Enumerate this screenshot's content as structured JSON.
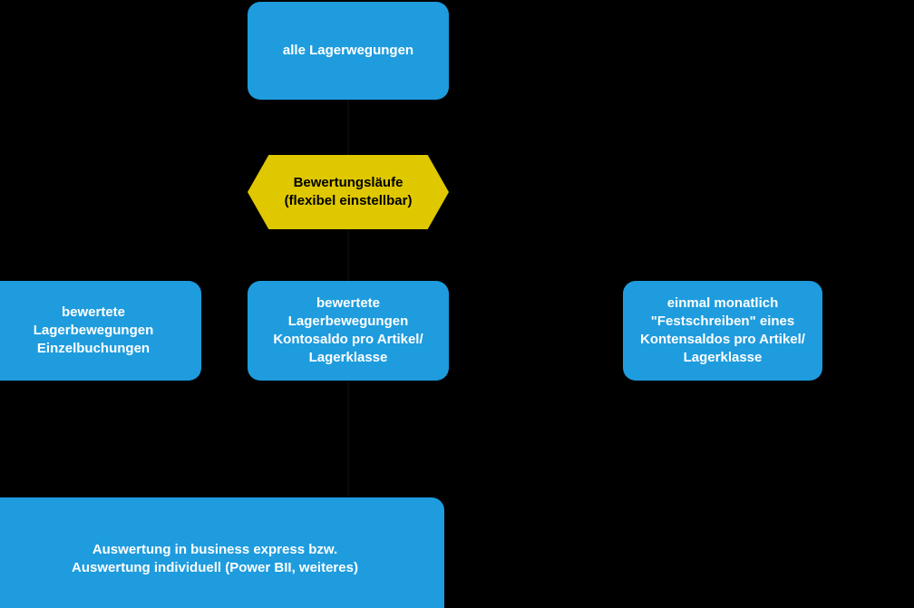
{
  "diagram": {
    "title": "Lagerbewegungen Bewertungsprozess",
    "background_color": "#000000",
    "palette": {
      "process_fill": "#1E9CDE",
      "process_text": "#FFFFFF",
      "decision_fill": "#DFC800",
      "decision_text": "#000000"
    },
    "nodes": [
      {
        "id": "alle-lagerbewegungen",
        "shape": "rounded-rectangle",
        "label": "alle Lagerwegungen",
        "fill": "#1E9CDE",
        "text_color": "#FFFFFF"
      },
      {
        "id": "bewertungslaeufe",
        "shape": "hexagon",
        "label": "Bewertungsläufe\n(flexibel einstellbar)",
        "fill": "#DFC800",
        "text_color": "#000000"
      },
      {
        "id": "einzelbuchungen",
        "shape": "rounded-rectangle",
        "label": "bewertete\nLagerbewegungen\nEinzelbuchungen",
        "fill": "#1E9CDE",
        "text_color": "#FFFFFF"
      },
      {
        "id": "kontosaldo",
        "shape": "rounded-rectangle",
        "label": "bewertete\nLagerbewegungen\nKontosaldo pro Artikel/\nLagerklasse",
        "fill": "#1E9CDE",
        "text_color": "#FFFFFF"
      },
      {
        "id": "festschreiben",
        "shape": "rounded-rectangle",
        "label": "einmal monatlich\n\"Festschreiben\" eines\nKontensaldos pro Artikel/\nLagerklasse",
        "fill": "#1E9CDE",
        "text_color": "#FFFFFF"
      },
      {
        "id": "auswertung",
        "shape": "rounded-rectangle",
        "label": "Auswertung in business express bzw.\nAuswertung individuell (Power BII, weiteres)",
        "fill": "#1E9CDE",
        "text_color": "#FFFFFF"
      }
    ]
  }
}
